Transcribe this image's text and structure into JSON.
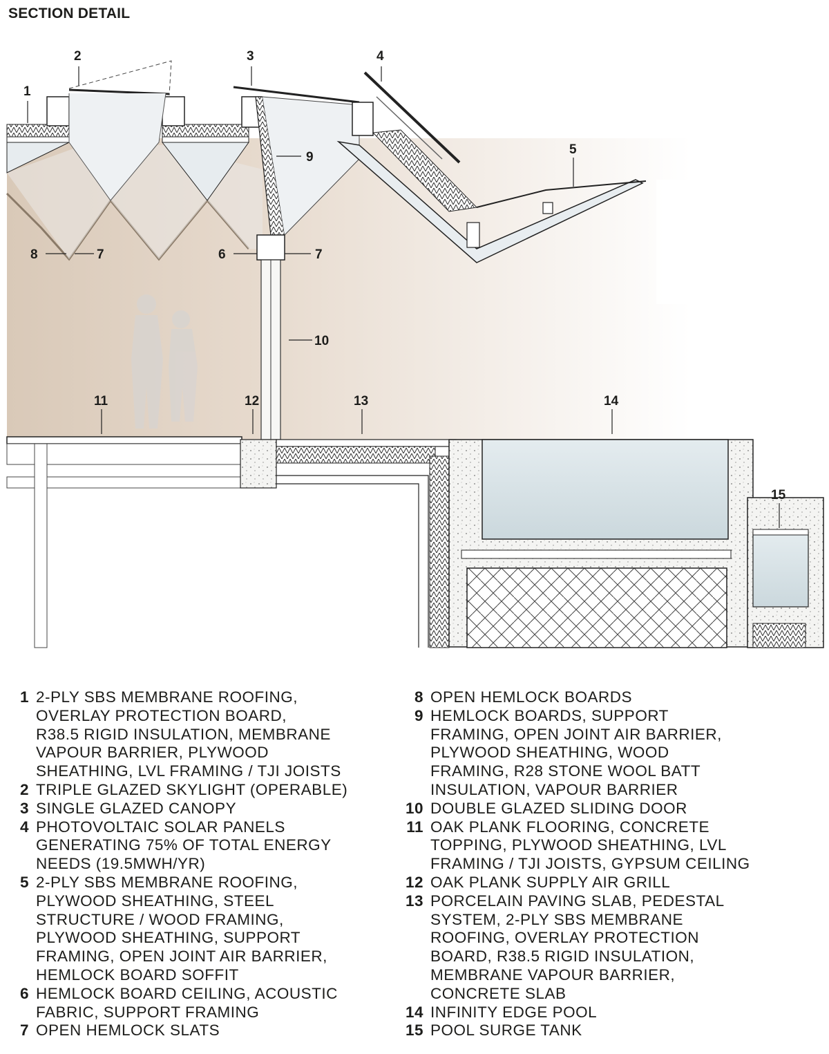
{
  "title": "SECTION DETAIL",
  "callouts": [
    "1",
    "2",
    "3",
    "4",
    "5",
    "6",
    "7",
    "7",
    "8",
    "9",
    "10",
    "11",
    "12",
    "13",
    "14",
    "15"
  ],
  "legend_left": [
    {
      "num": "1",
      "text": "2-PLY SBS MEMBRANE ROOFING,\nOVERLAY PROTECTION BOARD,\nR38.5 RIGID INSULATION, MEMBRANE\nVAPOUR BARRIER, PLYWOOD\nSHEATHING, LVL FRAMING / TJI JOISTS"
    },
    {
      "num": "2",
      "text": "TRIPLE GLAZED SKYLIGHT (OPERABLE)"
    },
    {
      "num": "3",
      "text": "SINGLE GLAZED CANOPY"
    },
    {
      "num": "4",
      "text": "PHOTOVOLTAIC SOLAR PANELS\nGENERATING 75% OF TOTAL ENERGY\nNEEDS (19.5MWH/YR)"
    },
    {
      "num": "5",
      "text": "2-PLY SBS MEMBRANE ROOFING,\nPLYWOOD SHEATHING, STEEL\nSTRUCTURE / WOOD FRAMING,\nPLYWOOD SHEATHING, SUPPORT\nFRAMING, OPEN JOINT AIR BARRIER,\nHEMLOCK BOARD SOFFIT"
    },
    {
      "num": "6",
      "text": "HEMLOCK BOARD CEILING, ACOUSTIC\nFABRIC, SUPPORT FRAMING"
    },
    {
      "num": "7",
      "text": "OPEN HEMLOCK SLATS"
    }
  ],
  "legend_right": [
    {
      "num": "8",
      "text": "OPEN HEMLOCK BOARDS"
    },
    {
      "num": "9",
      "text": "HEMLOCK BOARDS, SUPPORT\nFRAMING, OPEN JOINT AIR BARRIER,\nPLYWOOD SHEATHING, WOOD\nFRAMING, R28 STONE WOOL BATT\nINSULATION, VAPOUR BARRIER"
    },
    {
      "num": "10",
      "text": "DOUBLE GLAZED SLIDING DOOR"
    },
    {
      "num": "11",
      "text": "OAK PLANK FLOORING, CONCRETE\nTOPPING, PLYWOOD SHEATHING, LVL\nFRAMING / TJI JOISTS, GYPSUM CEILING"
    },
    {
      "num": "12",
      "text": "OAK PLANK SUPPLY AIR GRILL"
    },
    {
      "num": "13",
      "text": "PORCELAIN PAVING SLAB, PEDESTAL\nSYSTEM, 2-PLY SBS MEMBRANE\nROOFING, OVERLAY PROTECTION\nBOARD, R38.5 RIGID INSULATION,\nMEMBRANE VAPOUR BARRIER,\nCONCRETE SLAB"
    },
    {
      "num": "14",
      "text": "INFINITY EDGE POOL"
    },
    {
      "num": "15",
      "text": "POOL SURGE TANK"
    }
  ]
}
